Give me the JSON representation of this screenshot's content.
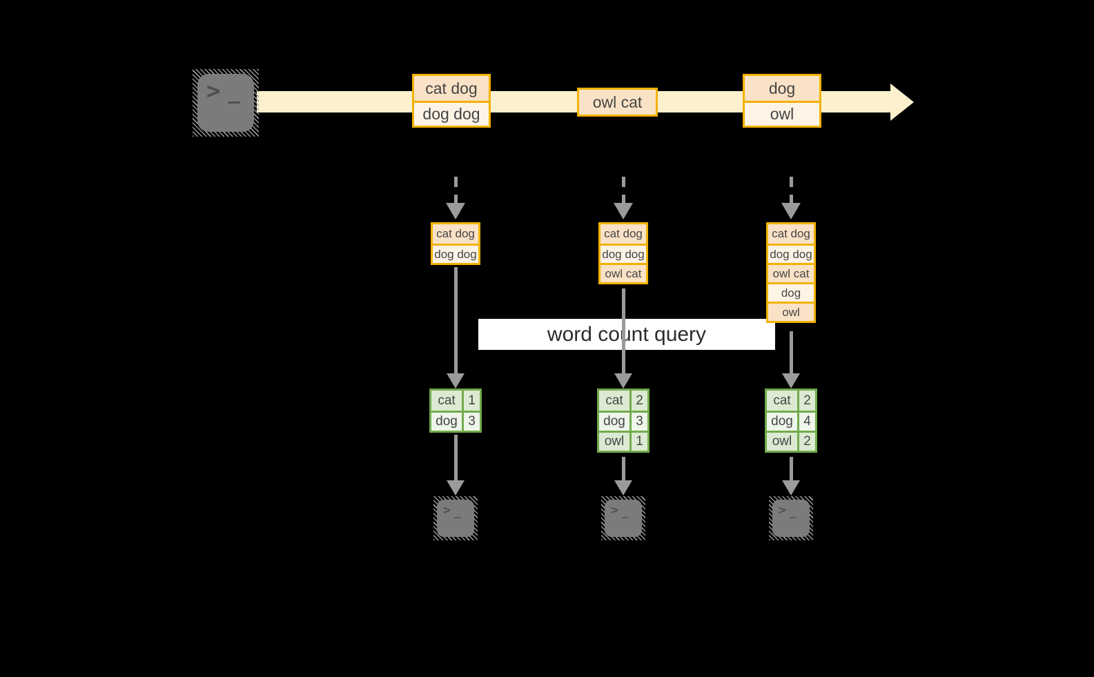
{
  "banner": {
    "label": "word count query"
  },
  "icons": {
    "prompt_chevron": ">",
    "prompt_underscore": "_"
  },
  "stream": {
    "records": [
      {
        "lines": [
          "cat dog",
          "dog dog"
        ]
      },
      {
        "lines": [
          "owl cat"
        ]
      },
      {
        "lines": [
          "dog",
          "owl"
        ]
      }
    ]
  },
  "columns": [
    {
      "buffer": [
        "cat dog",
        "dog dog"
      ],
      "counts": [
        {
          "word": "cat",
          "count": "1"
        },
        {
          "word": "dog",
          "count": "3"
        }
      ]
    },
    {
      "buffer": [
        "cat dog",
        "dog dog",
        "owl cat"
      ],
      "counts": [
        {
          "word": "cat",
          "count": "2"
        },
        {
          "word": "dog",
          "count": "3"
        },
        {
          "word": "owl",
          "count": "1"
        }
      ]
    },
    {
      "buffer": [
        "cat dog",
        "dog dog",
        "owl cat",
        "dog",
        "owl"
      ],
      "counts": [
        {
          "word": "cat",
          "count": "2"
        },
        {
          "word": "dog",
          "count": "4"
        },
        {
          "word": "owl",
          "count": "2"
        }
      ]
    }
  ],
  "colors": {
    "background": "#000000",
    "amber_border": "#f2b200",
    "peach_fill": "#fae2c6",
    "cream_fill": "#fdf4e6",
    "stream_band": "#fbf1ce",
    "green_border": "#72ab4c",
    "green_fill_dark": "#dcead2",
    "green_fill_light": "#eef5ea",
    "arrow_gray": "#9b9b9b",
    "terminal_gray": "#7b7b7b",
    "terminal_glyph": "#4e4e4e",
    "text_dark": "#454545",
    "banner_bg": "#ffffff",
    "banner_text": "#2b2b2b"
  }
}
